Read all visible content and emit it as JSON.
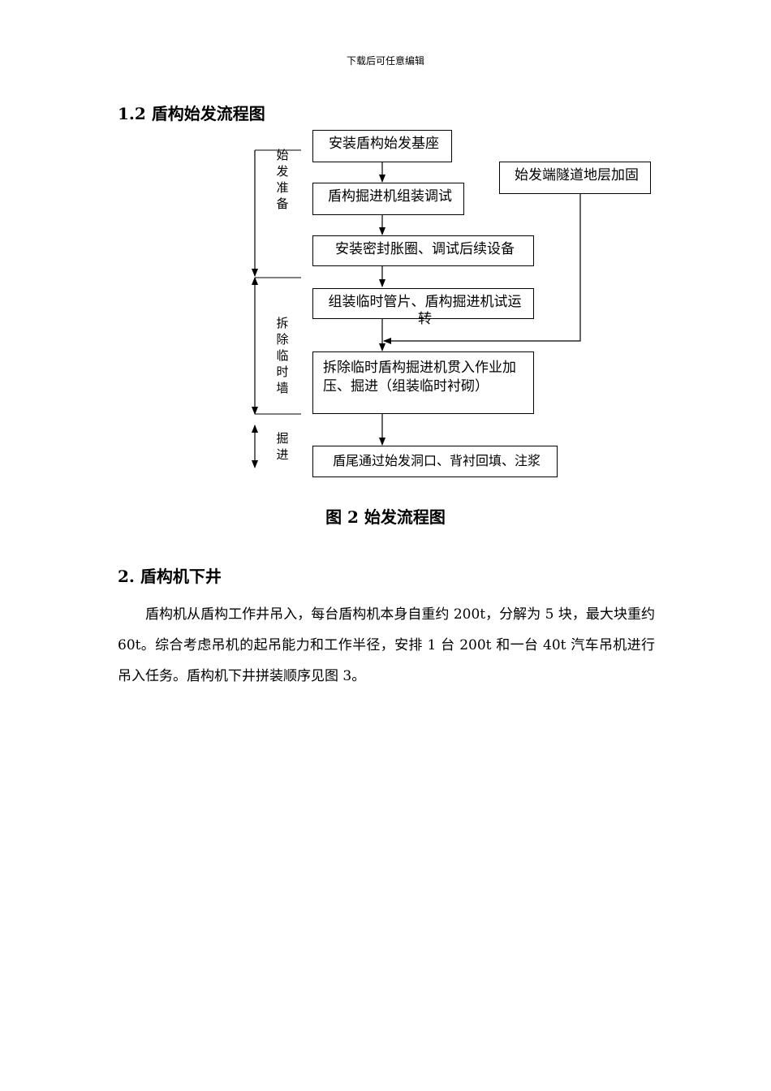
{
  "header_note": "下载后可任意编辑",
  "section_1_2": {
    "title": "1.2 盾构始发流程图"
  },
  "flowchart": {
    "steps": [
      "安装盾构始发基座",
      "盾构掘进机组装调试",
      "安装密封胀圈、调试后续设备",
      "组装临时管片、盾构掘进机试运转",
      "拆除临时盾构掘进机贯入作业加压、掘进（组装临时衬砌）",
      "盾尾通过始发洞口、背衬回填、注浆"
    ],
    "side_step": "始发端隧道地层加固",
    "phases": [
      "始发准备",
      "拆除临时墙",
      "掘进"
    ]
  },
  "figure_caption": "图 2 始发流程图",
  "section_2": {
    "title": "2. 盾构机下井",
    "paragraph": "盾构机从盾构工作井吊入，每台盾构机本身自重约 200t，分解为 5 块，最大块重约 60t。综合考虑吊机的起吊能力和工作半径，安排 1 台 200t 和一台 40t 汽车吊机进行吊入任务。盾构机下井拼装顺序见图 3。"
  }
}
